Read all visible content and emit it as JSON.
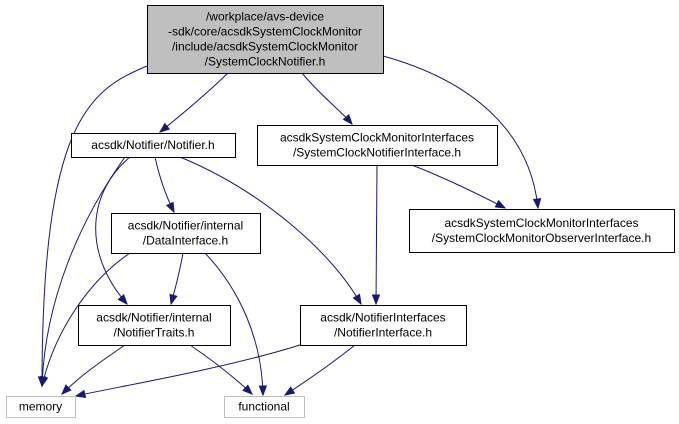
{
  "nodes": [
    {
      "id": "root",
      "kind": "root",
      "lines": [
        "/workplace/avs-device",
        "-sdk/core/acsdkSystemClockMonitor",
        "/include/acsdkSystemClockMonitor",
        "/SystemClockNotifier.h"
      ]
    },
    {
      "id": "notifier",
      "kind": "normal",
      "lines": [
        "acsdk/Notifier/Notifier.h"
      ]
    },
    {
      "id": "notifier-iface",
      "kind": "normal",
      "lines": [
        "acsdkSystemClockMonitorInterfaces",
        "/SystemClockNotifierInterface.h"
      ]
    },
    {
      "id": "observer-iface",
      "kind": "normal",
      "lines": [
        "acsdkSystemClockMonitorInterfaces",
        "/SystemClockMonitorObserverInterface.h"
      ]
    },
    {
      "id": "data-iface",
      "kind": "normal",
      "lines": [
        "acsdk/Notifier/internal",
        "/DataInterface.h"
      ]
    },
    {
      "id": "notifier-traits",
      "kind": "normal",
      "lines": [
        "acsdk/Notifier/internal",
        "/NotifierTraits.h"
      ]
    },
    {
      "id": "notifier-interfaces",
      "kind": "normal",
      "lines": [
        "acsdk/NotifierInterfaces",
        "/NotifierInterface.h"
      ]
    },
    {
      "id": "memory",
      "kind": "external",
      "lines": [
        "memory"
      ]
    },
    {
      "id": "functional",
      "kind": "external",
      "lines": [
        "functional"
      ]
    }
  ],
  "edges": [
    {
      "from": "root",
      "to": "memory"
    },
    {
      "from": "root",
      "to": "notifier"
    },
    {
      "from": "root",
      "to": "notifier-iface"
    },
    {
      "from": "root",
      "to": "observer-iface"
    },
    {
      "from": "notifier",
      "to": "data-iface"
    },
    {
      "from": "notifier",
      "to": "notifier-traits"
    },
    {
      "from": "notifier",
      "to": "memory"
    },
    {
      "from": "notifier",
      "to": "notifier-interfaces"
    },
    {
      "from": "notifier-iface",
      "to": "observer-iface"
    },
    {
      "from": "notifier-iface",
      "to": "notifier-interfaces"
    },
    {
      "from": "data-iface",
      "to": "notifier-traits"
    },
    {
      "from": "data-iface",
      "to": "memory"
    },
    {
      "from": "data-iface",
      "to": "functional"
    },
    {
      "from": "notifier-traits",
      "to": "memory"
    },
    {
      "from": "notifier-traits",
      "to": "functional"
    },
    {
      "from": "notifier-interfaces",
      "to": "memory"
    },
    {
      "from": "notifier-interfaces",
      "to": "functional"
    }
  ],
  "colors": {
    "edge": "#191970",
    "root_fill": "#bfbfbf",
    "node_border": "#000000",
    "external_border": "#bfbfbf",
    "background": "#ffffff"
  }
}
